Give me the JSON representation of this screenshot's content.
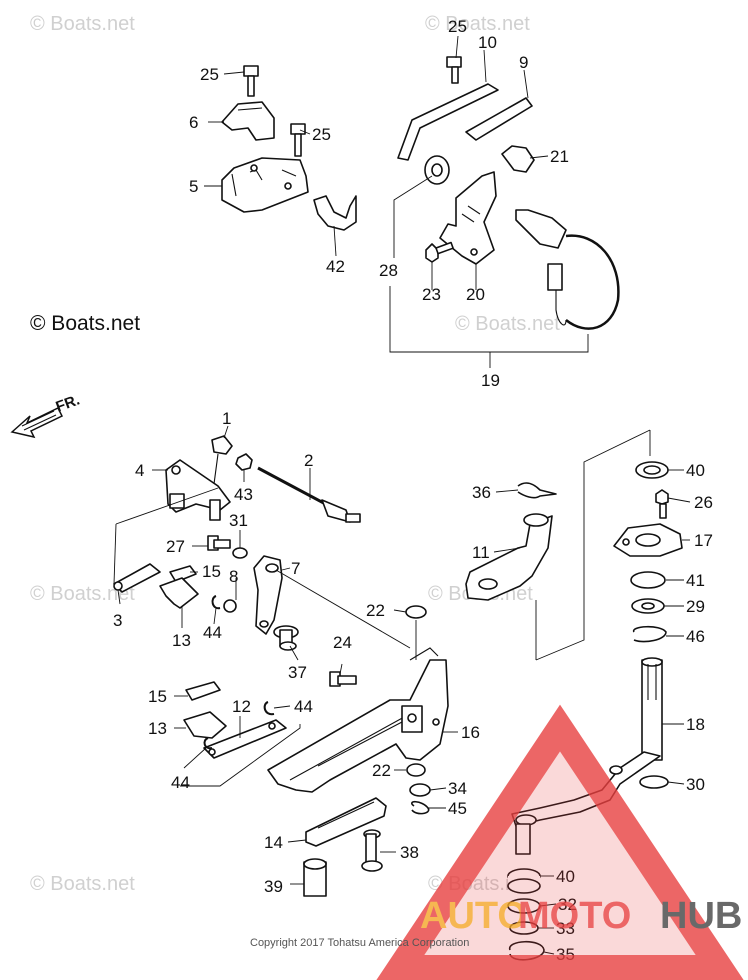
{
  "watermarks": [
    "© Boats.net",
    "© Boats.net",
    "© Boats.net",
    "© Boats.net",
    "© Boats.net",
    "© Boats.net",
    "© Boats.net"
  ],
  "main_watermark": "© Boats.net",
  "direction": "FR.",
  "copyright": "Copyright 2017 Tohatsu America Corporation",
  "brand": {
    "left": "AUTO",
    "middle": "MOTO",
    "right": "HUB",
    "colors": {
      "orange": "#f4a628",
      "red": "#e84040",
      "dark": "#444444"
    }
  },
  "callouts": [
    "25",
    "6",
    "25",
    "5",
    "42",
    "25",
    "10",
    "9",
    "21",
    "28",
    "23",
    "20",
    "19",
    "1",
    "4",
    "43",
    "2",
    "31",
    "27",
    "8",
    "15",
    "7",
    "3",
    "13",
    "44",
    "22",
    "37",
    "24",
    "15",
    "12",
    "44",
    "13",
    "44",
    "16",
    "22",
    "34",
    "45",
    "14",
    "38",
    "39",
    "36",
    "11",
    "40",
    "26",
    "17",
    "41",
    "29",
    "46",
    "18",
    "30",
    "40",
    "32",
    "33",
    "35"
  ]
}
